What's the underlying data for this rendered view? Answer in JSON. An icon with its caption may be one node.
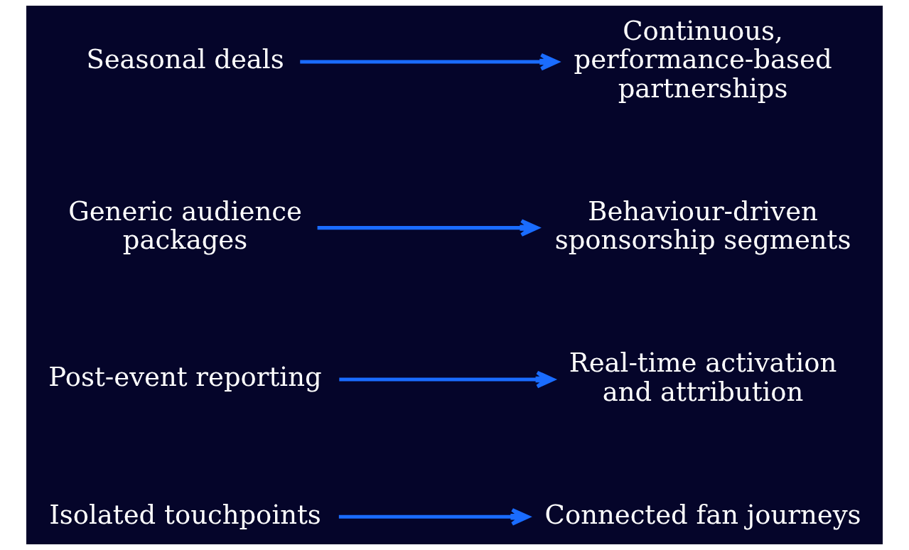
{
  "diagram": {
    "nodes": [
      {
        "text": [
          "Isolated touchpoints"
        ]
      },
      {
        "text": [
          "Connected fan journeys"
        ]
      },
      {
        "text": [
          "Post-event reporting"
        ]
      },
      {
        "text": [
          "Real-time activation and attribution"
        ]
      },
      {
        "text": [
          "Generic audience packages"
        ]
      },
      {
        "text": [
          "Behaviour-driven sponsorship segments"
        ]
      },
      {
        "text": [
          "Seasonal deals"
        ]
      },
      {
        "text": [
          "Continuous, performance-based partnerships"
        ]
      }
    ],
    "edges": [
      {
        "from": 0,
        "to": 1,
        "arrow": "to"
      },
      {
        "from": 2,
        "to": 3,
        "arrow": "to"
      },
      {
        "from": 4,
        "to": 5,
        "arrow": "to"
      },
      {
        "from": 6,
        "to": 7,
        "arrow": "to"
      }
    ]
  }
}
